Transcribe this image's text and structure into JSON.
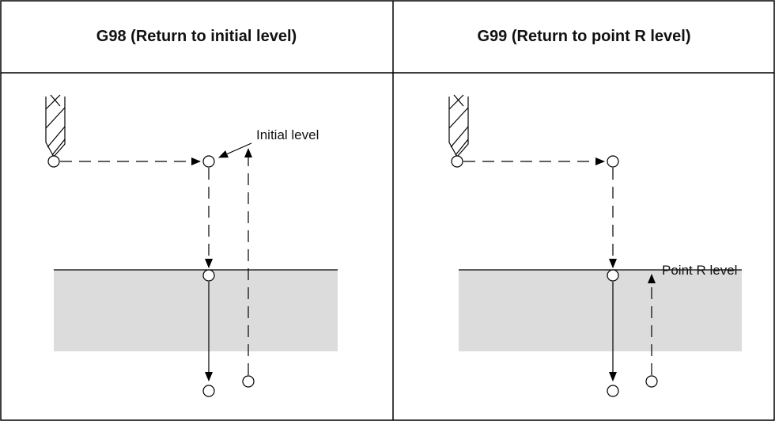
{
  "columns": [
    {
      "header": "G98 (Return to initial level)",
      "annotation": "Initial level"
    },
    {
      "header": "G99 (Return to point R level)",
      "annotation": "Point R level"
    }
  ],
  "colors": {
    "workpiece": "#dcdcdc",
    "line": "#000000"
  },
  "icons": [
    "drill-bit-icon"
  ]
}
